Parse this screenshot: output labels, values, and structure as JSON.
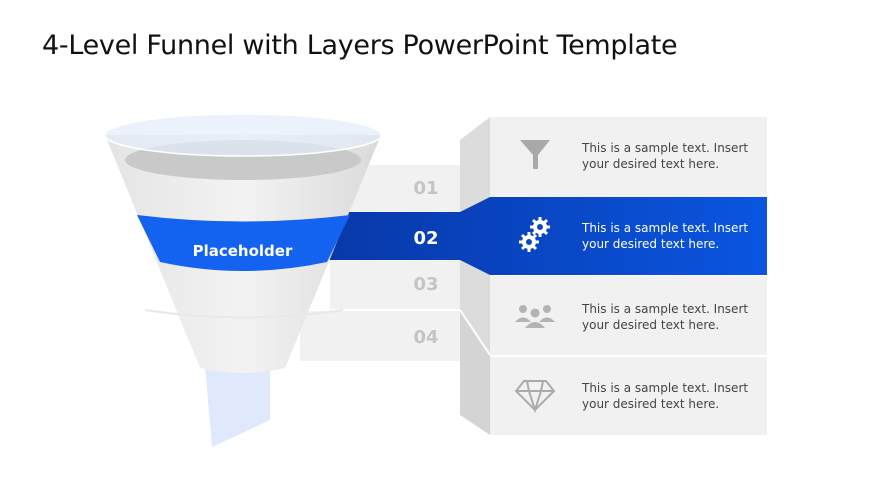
{
  "title": "4-Level Funnel with Layers PowerPoint Template",
  "funnel": {
    "placeholder": "Placeholder",
    "active_level": 2
  },
  "levels": [
    {
      "number": "01",
      "icon": "funnel-icon",
      "text_line1": "This is a sample text. Insert",
      "text_line2": "your desired text here."
    },
    {
      "number": "02",
      "icon": "gears-icon",
      "text_line1": "This is a sample text. Insert",
      "text_line2": "your desired text here."
    },
    {
      "number": "03",
      "icon": "team-icon",
      "text_line1": "This is a sample text. Insert",
      "text_line2": "your desired text here."
    },
    {
      "number": "04",
      "icon": "diamond-icon",
      "text_line1": "This is a sample text. Insert",
      "text_line2": "your desired text here."
    }
  ],
  "colors": {
    "accent": "#0a4fd6",
    "accent_dark": "#0838a8",
    "panel": "#f1f1f1",
    "bevel": "#dcdcdc",
    "number": "#c4c4c4"
  }
}
